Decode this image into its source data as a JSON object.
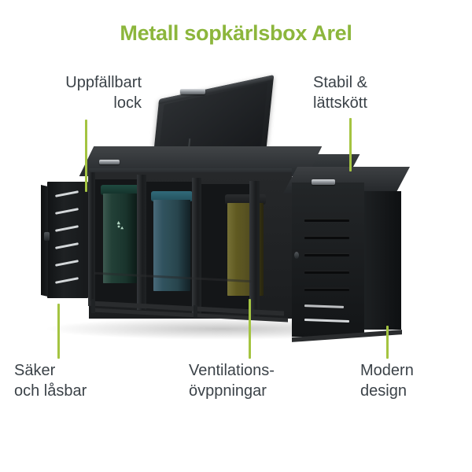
{
  "page": {
    "title": "Metall sopkärlsbox Arel",
    "background_color": "#ffffff",
    "accent_green": "#A4C441",
    "title_color": "#8CB63C",
    "label_color": "#3b4248"
  },
  "callouts": [
    {
      "id": "top-left",
      "text": "Uppfällbart\nlock",
      "position": "top-left"
    },
    {
      "id": "top-right",
      "text": "Stabil &\nlättskött",
      "position": "top-right"
    },
    {
      "id": "bottom-left",
      "text": "Säker\noch låsbar",
      "position": "bottom-left"
    },
    {
      "id": "bottom-center",
      "text": "Ventilations-\növppningar",
      "position": "bottom-center"
    },
    {
      "id": "bottom-right",
      "text": "Modern\ndesign",
      "position": "bottom-right"
    }
  ],
  "product": {
    "name": "Metall sopkärlsbox Arel",
    "body_color": "#1f2224",
    "lid_open": true,
    "door_left_open": true,
    "bins": [
      {
        "id": "bin-green",
        "color": "#1E3A32",
        "lid_color": "#16302a",
        "has_recycle_symbol": true
      },
      {
        "id": "bin-teal",
        "color": "#2D4D56",
        "lid_color": "#2a515c",
        "has_recycle_symbol": false
      },
      {
        "id": "bin-olive",
        "color": "#5A5422",
        "lid_color": "#4a451c",
        "has_recycle_symbol": false
      }
    ],
    "ventilation_slots_left_door": 6,
    "ventilation_slots_right_door": 6,
    "handles": 3,
    "locks": 2
  }
}
